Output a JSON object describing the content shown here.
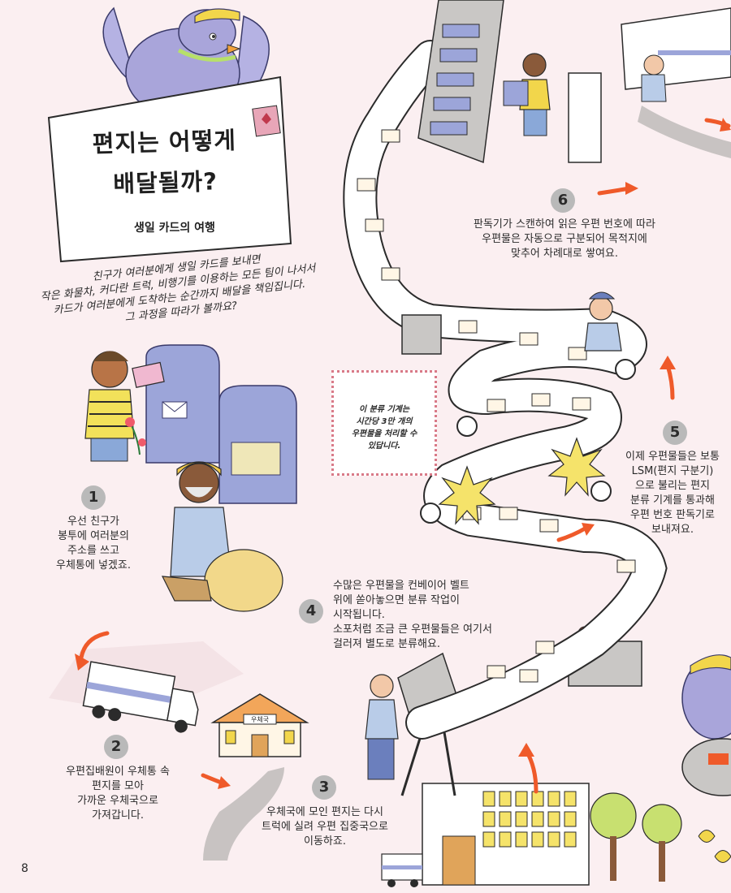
{
  "header": {
    "title_line1": "편지는 어떻게",
    "title_line2": "배달될까?",
    "subtitle": "생일 카드의 여행"
  },
  "intro": {
    "lines": [
      "친구가 여러분에게 생일 카드를 보내면",
      "작은 화물차, 커다란 트럭, 비행기를 이용하는 모든 팀이 나서서",
      "카드가 여러분에게 도착하는 순간까지 배달을 책임집니다.",
      "그 과정을 따라가 볼까요?"
    ]
  },
  "note": {
    "lines": [
      "이 분류 기계는",
      "시간당 3만 개의",
      "우편물을 처리할 수",
      "있답니다."
    ]
  },
  "steps": [
    {
      "number": "1",
      "lines": [
        "우선 친구가",
        "봉투에 여러분의",
        "주소를 쓰고",
        "우체통에 넣겠죠."
      ]
    },
    {
      "number": "2",
      "lines": [
        "우편집배원이 우체통 속",
        "편지를 모아",
        "가까운 우체국으로",
        "가져갑니다."
      ]
    },
    {
      "number": "3",
      "lines": [
        "우체국에 모인 편지는 다시",
        "트럭에 실려 우편 집중국으로",
        "이동하죠."
      ]
    },
    {
      "number": "4",
      "lines": [
        "수많은 우편물을 컨베이어 벨트",
        "위에 쏟아놓으면 분류 작업이",
        "시작됩니다.",
        "소포처럼 조금 큰 우편물들은 여기서",
        "걸러져 별도로 분류해요."
      ]
    },
    {
      "number": "5",
      "lines": [
        "이제 우편물들은 보통",
        "LSM(편지 구분기)",
        "으로 불리는 편지",
        "분류 기계를 통과해",
        "우편 번호 판독기로",
        "보내져요."
      ]
    },
    {
      "number": "6",
      "lines": [
        "판독기가 스캔하여 읽은 우편 번호에 따라",
        "우편물은 자동으로 구분되어 목적지에",
        "맞추어 차례대로 쌓여요."
      ]
    }
  ],
  "labels": {
    "post_office_sign": "우체국"
  },
  "page_number": "8",
  "colors": {
    "background": "#fbeff1",
    "number_circle": "#b9b9b9",
    "accent_orange": "#ef5a2a",
    "note_border": "#d97a88"
  }
}
